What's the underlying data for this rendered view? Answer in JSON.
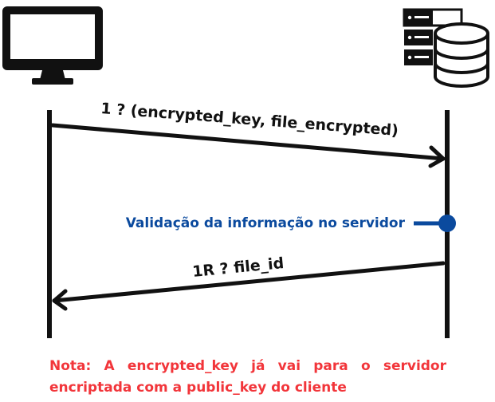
{
  "diagram": {
    "actors": {
      "client_icon": "monitor-icon",
      "server_icon": "server-database-icon"
    },
    "messages": [
      {
        "label": "1 ? (encrypted_key, file_encrypted)",
        "direction": "client-to-server"
      },
      {
        "label": "1R ? file_id",
        "direction": "server-to-client"
      }
    ],
    "server_event": {
      "label": "Validação da informação no servidor"
    },
    "note": "Nota: A encrypted_key já vai para o servidor encriptada com a public_key do cliente"
  },
  "colors": {
    "line": "#111111",
    "event": "#0b4a9e",
    "note": "#f2353a"
  }
}
